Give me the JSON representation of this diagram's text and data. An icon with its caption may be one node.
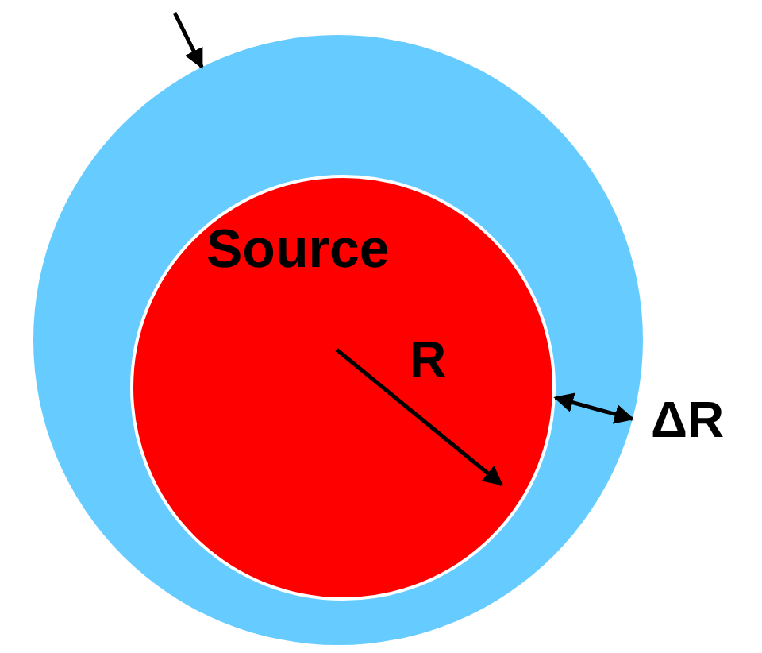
{
  "diagram": {
    "nodes": [
      {
        "text": [],
        "shape": "circle"
      },
      {
        "text": [
          "Source"
        ],
        "in": 0
      }
    ],
    "edges": [
      {
        "from": null,
        "to": 0,
        "arrow": "to"
      },
      {
        "from": 1,
        "to": 0,
        "arrow": "both"
      }
    ],
    "labels": [
      "R",
      "ΔR"
    ]
  }
}
